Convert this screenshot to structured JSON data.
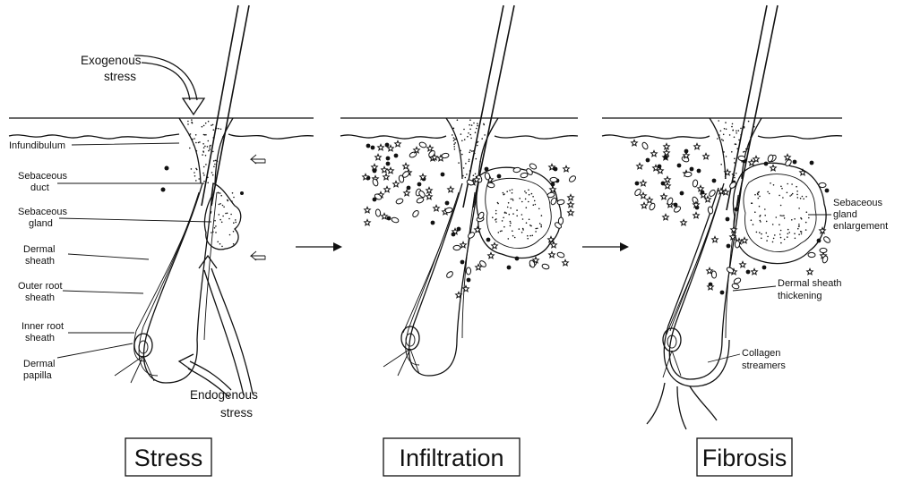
{
  "panels": [
    {
      "title": "Stress",
      "labels": {
        "exogenous": [
          "Exogenous",
          "stress"
        ],
        "infundibulum": "Infundibulum",
        "sebaceous_duct": [
          "Sebaceous",
          "duct"
        ],
        "sebaceous_gland": [
          "Sebaceous",
          "gland"
        ],
        "dermal_sheath": [
          "Dermal",
          "sheath"
        ],
        "outer_root_sheath": [
          "Outer root",
          "sheath"
        ],
        "inner_root_sheath": [
          "Inner root",
          "sheath"
        ],
        "dermal_papilla": [
          "Dermal",
          "papilla"
        ],
        "endogenous": [
          "Endogenous",
          "stress"
        ]
      }
    },
    {
      "title": "Infiltration",
      "labels": {}
    },
    {
      "title": "Fibrosis",
      "labels": {
        "sebaceous_gland_enlargement": [
          "Sebaceous",
          "gland",
          "enlargement"
        ],
        "dermal_sheath_thickening": [
          "Dermal sheath",
          "thickening"
        ],
        "collagen_streamers": [
          "Collagen",
          "streamers"
        ]
      }
    }
  ],
  "arrows": [
    "panel-1-to-2",
    "panel-2-to-3"
  ]
}
